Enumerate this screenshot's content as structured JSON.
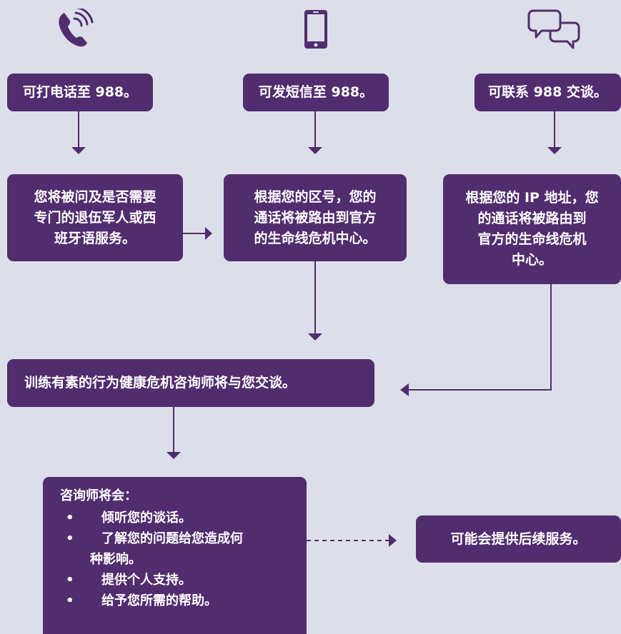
{
  "icons": {
    "phone": "phone-icon",
    "mobile": "mobile-phone-icon",
    "chat": "chat-bubbles-icon"
  },
  "colors": {
    "background": "#dcdfe9",
    "box": "#512c6f",
    "text": "#ffffff"
  },
  "boxes": {
    "call": "可打电话至 988。",
    "text": "可发短信至 988。",
    "chat": "可联系 988 交谈。",
    "veteran": [
      "您将被问及是否需要",
      "专门的退伍军人或西",
      "班牙语服务。"
    ],
    "area_code": [
      "根据您的区号，您的",
      "通话将被路由到官方",
      "的生命线危机中心。"
    ],
    "ip": [
      "根据您的 IP 地址，您",
      "的通话将被路由到",
      "官方的生命线危机",
      "中心。"
    ],
    "counselor": "训练有素的行为健康危机咨询师将与您交谈。",
    "will": {
      "title": "咨询师将会：",
      "bullet": "•",
      "items": [
        [
          "倾听您的谈话。"
        ],
        [
          "了解您的问题给您造成何",
          "种影响。"
        ],
        [
          "提供个人支持。"
        ],
        [
          "给予您所需的帮助。"
        ]
      ]
    },
    "followup": "可能会提供后续服务。"
  }
}
